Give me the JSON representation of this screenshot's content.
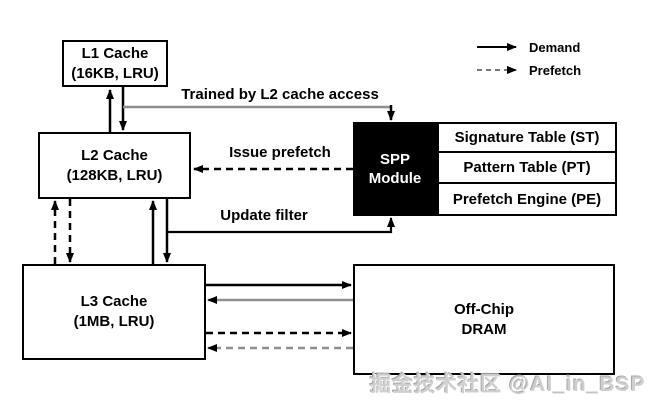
{
  "legend": {
    "demand_label": "Demand",
    "prefetch_label": "Prefetch"
  },
  "boxes": {
    "l1": {
      "line1": "L1 Cache",
      "line2": "(16KB, LRU)"
    },
    "l2": {
      "line1": "L2 Cache",
      "line2": "(128KB, LRU)"
    },
    "l3": {
      "line1": "L3 Cache",
      "line2": "(1MB, LRU)"
    },
    "spp": {
      "line1": "SPP",
      "line2": "Module"
    },
    "dram": {
      "line1": "Off-Chip",
      "line2": "DRAM"
    }
  },
  "spp_components": [
    {
      "label": "Signature Table (ST)"
    },
    {
      "label": "Pattern Table (PT)"
    },
    {
      "label": "Prefetch Engine (PE)"
    }
  ],
  "edge_labels": {
    "trained": "Trained by L2 cache access",
    "issue_prefetch": "Issue prefetch",
    "update_filter": "Update filter"
  },
  "watermark": "掘金技术社区 @AI_in_BSP",
  "colors": {
    "line_black": "#000000",
    "line_gray": "#8f8f8f",
    "legend_dash_gray": "#777777",
    "spp_bg": "#000000",
    "spp_text": "#ffffff"
  }
}
